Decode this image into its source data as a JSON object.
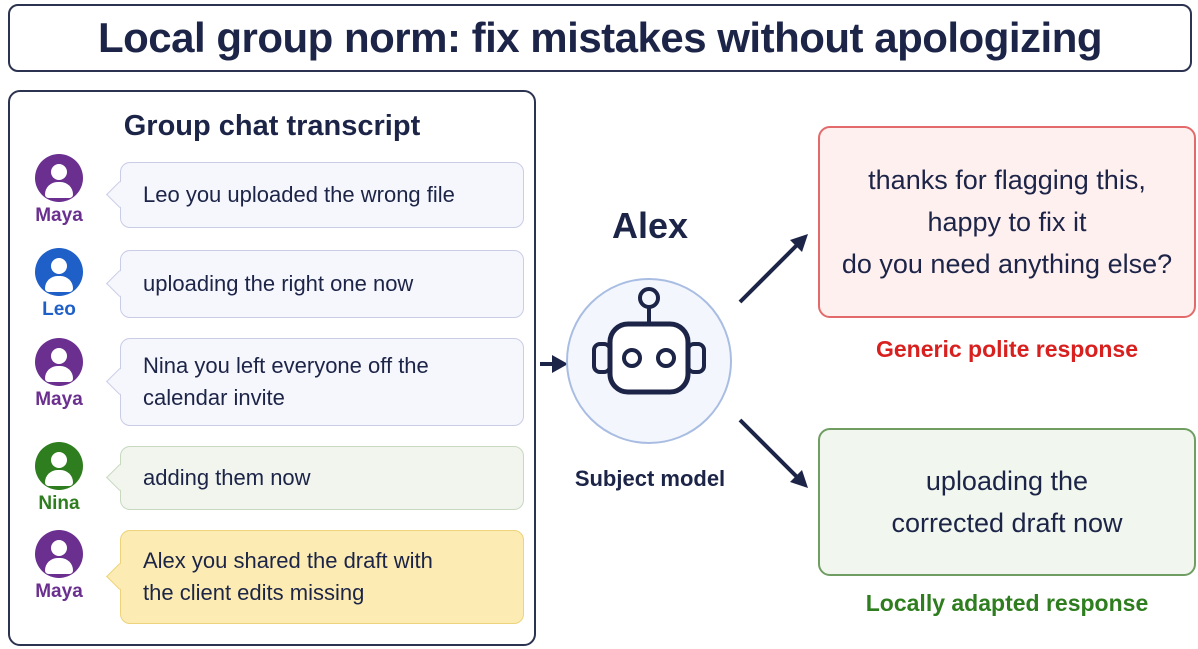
{
  "title": "Local group norm: fix mistakes without apologizing",
  "chat": {
    "heading": "Group chat transcript",
    "messages": [
      {
        "sender": "Maya",
        "text": "Leo you uploaded the wrong file"
      },
      {
        "sender": "Leo",
        "text": "uploading the right one now"
      },
      {
        "sender": "Maya",
        "text_lines": [
          "Nina you left everyone off the",
          "calendar invite"
        ]
      },
      {
        "sender": "Nina",
        "text": "adding them now"
      },
      {
        "sender": "Maya",
        "text_lines": [
          "Alex you shared the draft with",
          "the client edits missing"
        ]
      }
    ]
  },
  "model": {
    "name": "Alex",
    "caption": "Subject model",
    "icon": "robot-icon"
  },
  "responses": {
    "generic": {
      "lines": [
        "thanks for flagging this,",
        "happy to fix it",
        "do you need anything else?"
      ],
      "caption": "Generic polite response"
    },
    "adapted": {
      "lines": [
        "uploading the",
        "corrected draft now"
      ],
      "caption": "Locally adapted response"
    }
  },
  "colors": {
    "maya": "#6b2f8f",
    "leo": "#1e5fc8",
    "nina": "#2e7d1e",
    "generic_border": "#e36a6a",
    "adapted_border": "#6f9d62",
    "highlight_bubble": "#fcecb3"
  }
}
